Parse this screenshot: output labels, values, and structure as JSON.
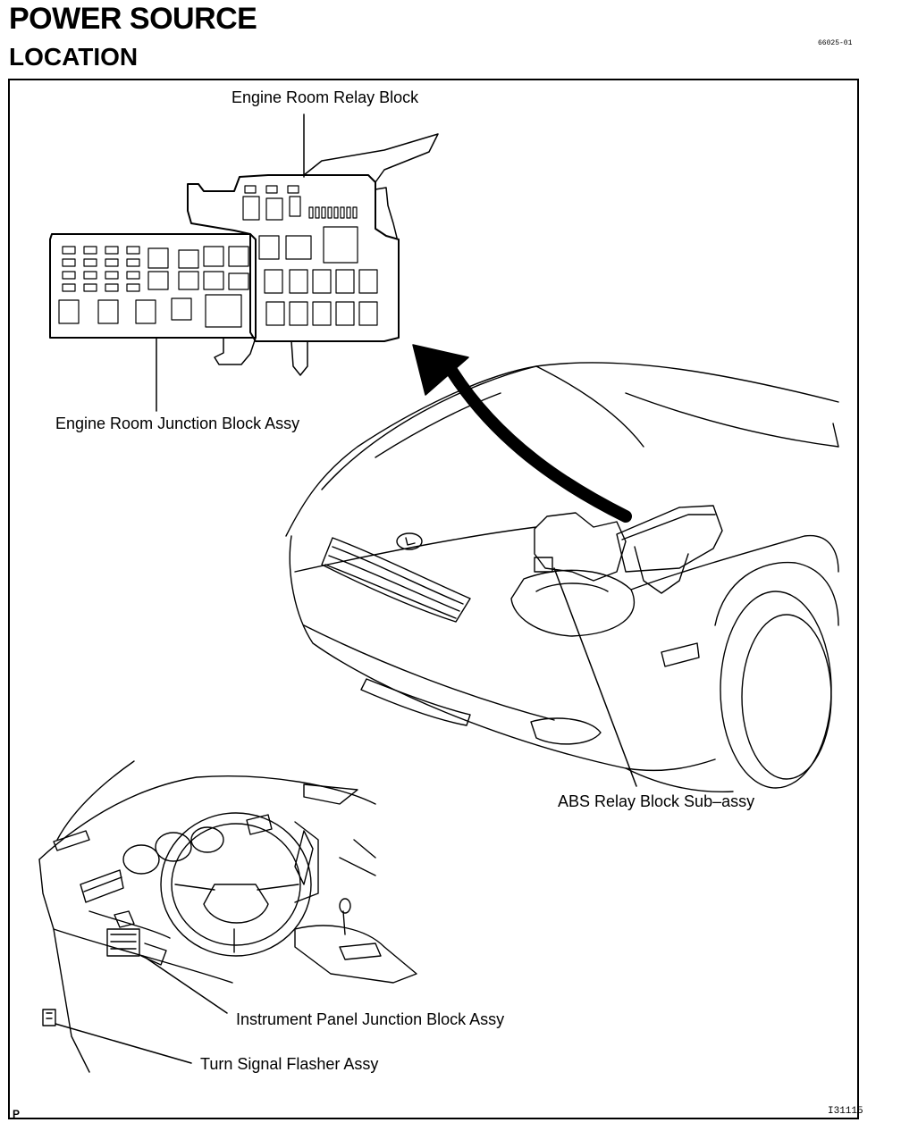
{
  "header": {
    "title": "POWER SOURCE",
    "subtitle": "LOCATION",
    "ref_code": "66025-01"
  },
  "callouts": {
    "engine_room_relay_block": "Engine Room Relay Block",
    "engine_room_junction_block": "Engine Room Junction Block Assy",
    "abs_relay_block": "ABS Relay Block Sub–assy",
    "instrument_panel_junction_block": "Instrument Panel Junction Block Assy",
    "turn_signal_flasher": "Turn Signal Flasher Assy"
  },
  "footer": {
    "figure_code": "I31115",
    "page_mark": "P"
  }
}
